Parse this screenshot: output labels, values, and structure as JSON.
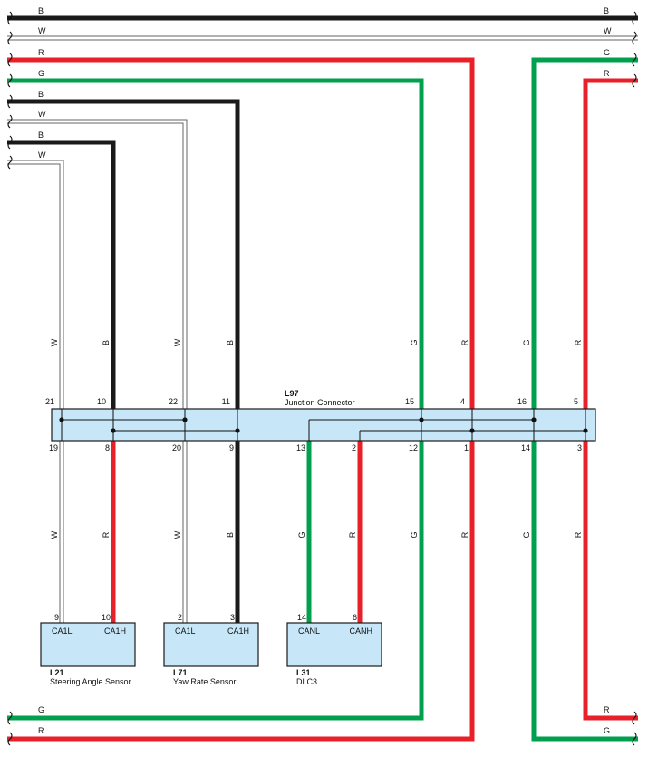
{
  "colors": {
    "B": "#1a1a1a",
    "W": "#ffffff",
    "R": "#e8202a",
    "G": "#00a04f",
    "box_fill": "#c7e6f7",
    "box_stroke": "#1a1a1a"
  },
  "wire_colors": {
    "black": "B",
    "white": "W",
    "red": "R",
    "green": "G"
  },
  "junction": {
    "id": "L97",
    "name": "Junction Connector",
    "top_pins": [
      "21",
      "10",
      "22",
      "11",
      "15",
      "4",
      "16",
      "5"
    ],
    "bottom_pins": [
      "19",
      "8",
      "20",
      "9",
      "13",
      "2",
      "12",
      "1",
      "14",
      "3"
    ]
  },
  "components": [
    {
      "id": "L21",
      "name": "Steering Angle Sensor",
      "pin_left": "9",
      "pin_right": "10",
      "label_left": "CA1L",
      "label_right": "CA1H"
    },
    {
      "id": "L71",
      "name": "Yaw Rate Sensor",
      "pin_left": "2",
      "pin_right": "3",
      "label_left": "CA1L",
      "label_right": "CA1H"
    },
    {
      "id": "L31",
      "name": "DLC3",
      "pin_left": "14",
      "pin_right": "6",
      "label_left": "CANL",
      "label_right": "CANH"
    }
  ]
}
